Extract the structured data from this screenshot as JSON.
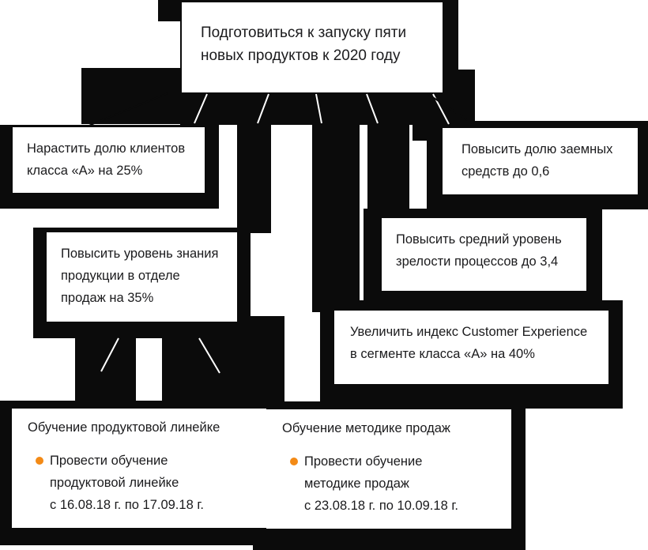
{
  "colors": {
    "shape_black": "#0b0b0b",
    "text": "#1b1b1d",
    "bullet_orange": "#f38a16",
    "box_white": "#ffffff"
  },
  "boxes": {
    "root": {
      "lines": [
        "Подготовиться к запуску пяти",
        "новых продуктов к 2020 году"
      ]
    },
    "clients": {
      "lines": [
        "Нарастить долю клиентов",
        "класса «А» на 25%"
      ]
    },
    "borrowed": {
      "lines": [
        "Повысить долю заемных",
        "средств до 0,6"
      ]
    },
    "knowledge": {
      "lines": [
        "Повысить уровень знания",
        "продукции в отделе",
        "продаж на 35%"
      ]
    },
    "maturity": {
      "lines": [
        "Повысить средний уровень",
        "зрелости процессов до 3,4"
      ]
    },
    "cx": {
      "lines": [
        "Увеличить индекс Customer Experience",
        "в сегменте класса «А» на 40%"
      ]
    },
    "training_product": {
      "title": "Обучение продуктовой линейке",
      "bullet_lines": [
        "Провести обучение",
        "продуктовой линейке",
        "с 16.08.18 г. по 17.09.18 г."
      ]
    },
    "training_method": {
      "title": "Обучение методике продаж",
      "bullet_lines": [
        "Провести обучение",
        "методике продаж",
        "с 23.08.18 г. по 10.09.18 г."
      ]
    }
  }
}
